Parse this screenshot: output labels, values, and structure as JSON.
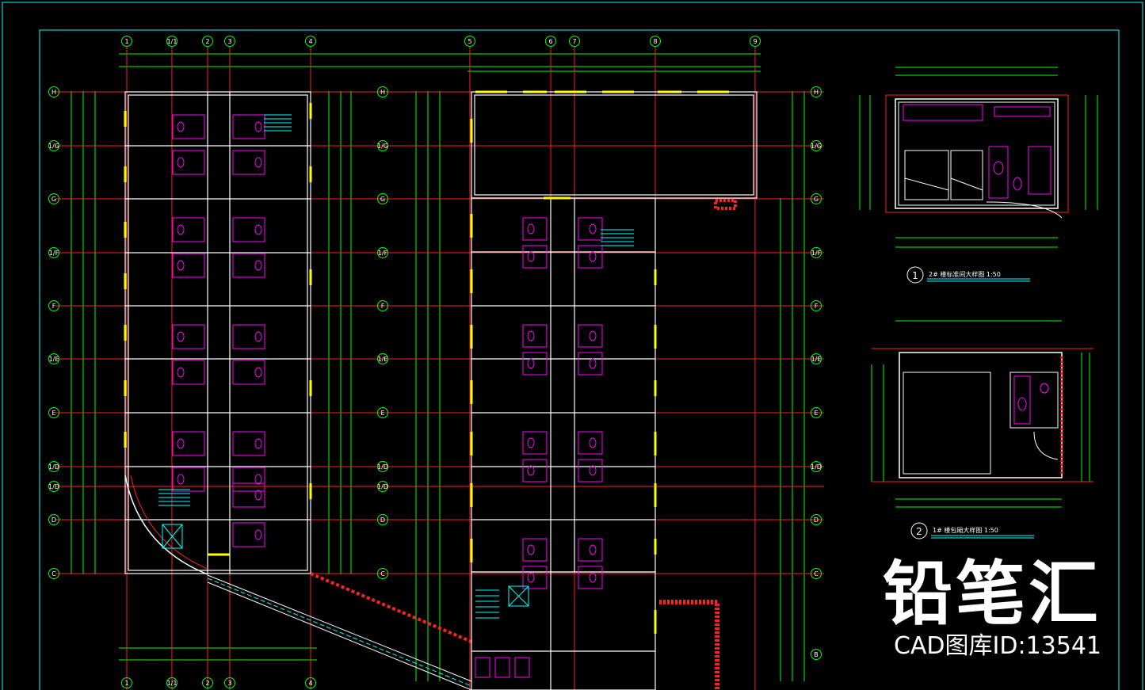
{
  "grid_top": [
    "1",
    "1/1",
    "2",
    "3",
    "4",
    "5",
    "6",
    "7",
    "8",
    "9"
  ],
  "grid_left": [
    "H",
    "1/G",
    "G",
    "1/F",
    "F",
    "1/E",
    "E",
    "1/D",
    "1/D",
    "D",
    "C"
  ],
  "grid_right": [
    "H",
    "1/G",
    "G",
    "1/F",
    "F",
    "1/E",
    "E",
    "1/D",
    "D",
    "C",
    "B"
  ],
  "detail1": {
    "num": "1",
    "title": "2# 楼标准间大样图 1:50"
  },
  "detail2": {
    "num": "2",
    "title": "1# 楼包厢大样图 1:50"
  },
  "watermark": {
    "brand": "铅笔汇",
    "id_label": "CAD图库ID:13541"
  },
  "colors": {
    "axis": "#ff2020",
    "wall": "#ffffff",
    "dim": "#00ff00",
    "fixture": "#ff00ff",
    "stair": "#00ffff",
    "door": "#ffff00",
    "frame": "#00ffff"
  }
}
